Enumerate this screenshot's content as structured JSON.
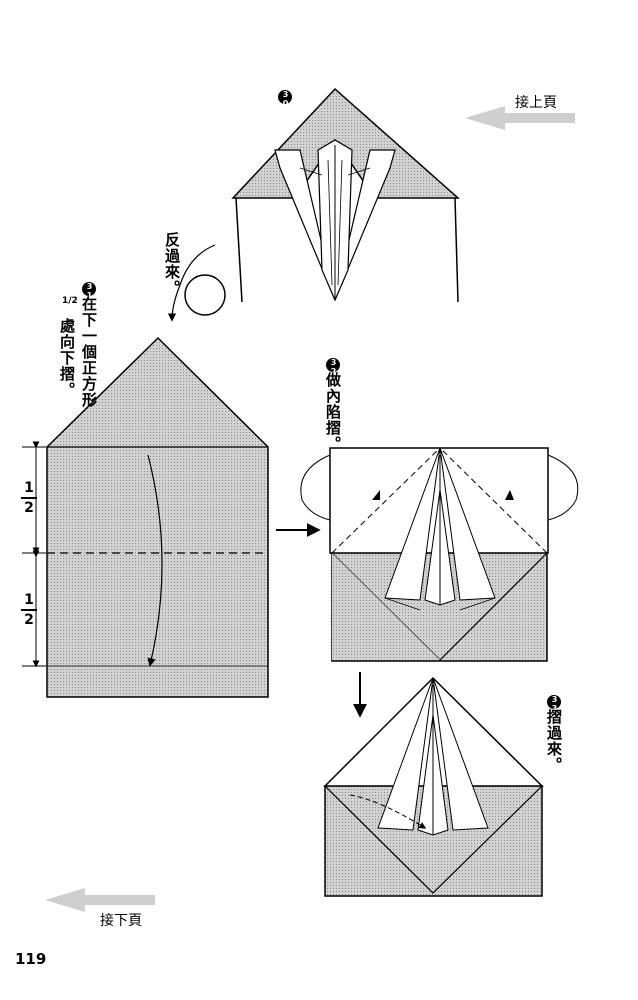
{
  "page_number": "119",
  "nav": {
    "prev_label": "接上頁",
    "next_label": "接下頁"
  },
  "steps": [
    {
      "number": "30",
      "instruction": ""
    },
    {
      "number": "31",
      "instruction": "在下一個正方形",
      "instruction2": "處向下摺。",
      "fraction": "1/2"
    },
    {
      "number": "32",
      "instruction": "做內陷摺。"
    },
    {
      "number": "33",
      "instruction": "摺過來。"
    }
  ],
  "turn_over_label": "反過來。",
  "dimension": {
    "numerator": "1",
    "denominator": "2"
  },
  "colors": {
    "shaded": "#cfcfcf",
    "line": "#000000",
    "arrow_gray": "#c8c8c8"
  }
}
